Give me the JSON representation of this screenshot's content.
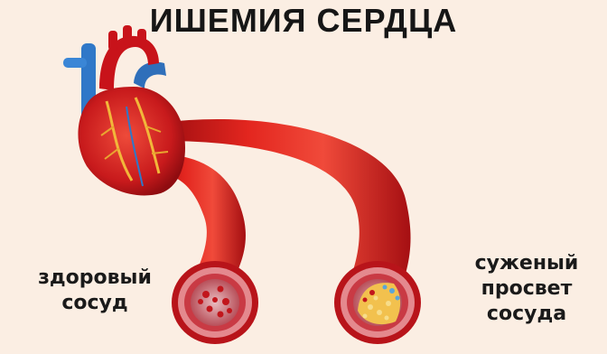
{
  "title": "ИШЕМИЯ СЕРДЦА",
  "labels": {
    "healthy_line1": "здоровый",
    "healthy_line2": "сосуд",
    "narrowed_line1": "суженый",
    "narrowed_line2": "просвет",
    "narrowed_line3": "сосуда"
  },
  "colors": {
    "background": "#fbeee3",
    "vessel": "#d8201e",
    "vessel_dark": "#a90f12",
    "aorta": "#c8131a",
    "vena_cava": "#2f78c8",
    "plaque": "#f2c14e"
  }
}
